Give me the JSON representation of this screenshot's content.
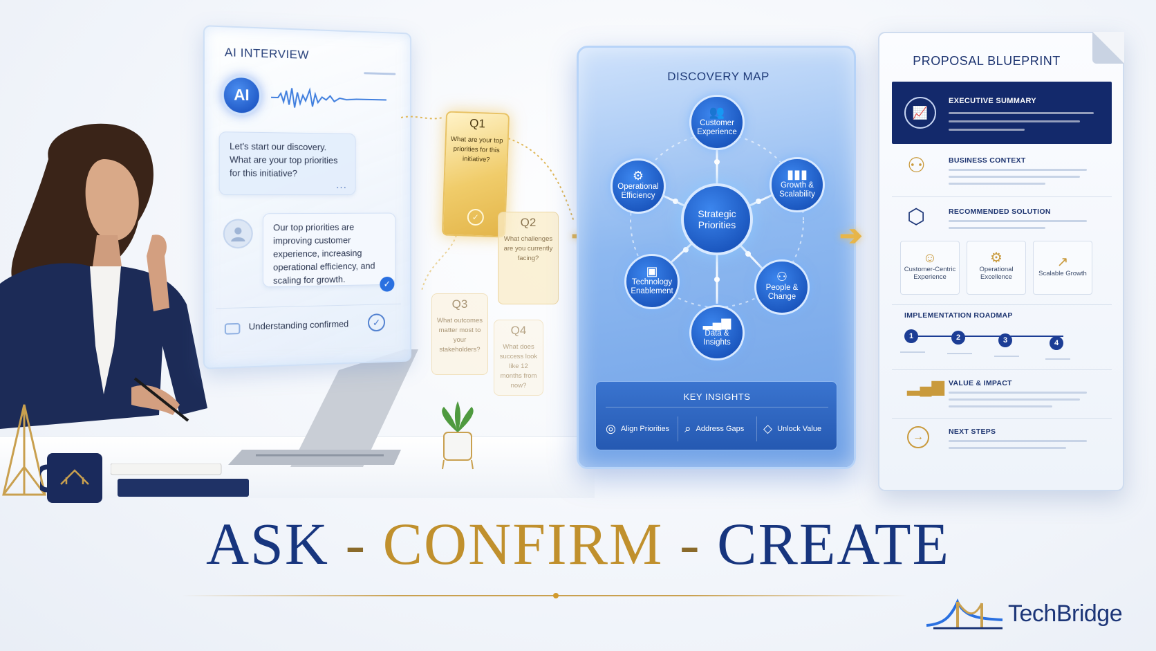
{
  "interview": {
    "title": "AI INTERVIEW",
    "avatar_label": "AI",
    "question": "Let's start our discovery. What are your top priorities for this initiative?",
    "typing_indicator": "...",
    "answer": "Our top priorities are improving customer experience, increasing operational efficiency, and scaling for growth.",
    "confirmation": "Understanding confirmed"
  },
  "questions": [
    {
      "label": "Q1",
      "text": "What are your top priorities for this initiative?",
      "state": "active"
    },
    {
      "label": "Q2",
      "text": "What challenges are you currently facing?",
      "state": "pending"
    },
    {
      "label": "Q3",
      "text": "What outcomes matter most to your stakeholders?",
      "state": "pending"
    },
    {
      "label": "Q4",
      "text": "What does success look like 12 months from now?",
      "state": "pending"
    }
  ],
  "discovery_map": {
    "title": "DISCOVERY MAP",
    "center": "Strategic Priorities",
    "nodes": [
      {
        "label": "Customer Experience",
        "icon": "people-group-icon"
      },
      {
        "label": "Growth & Scalability",
        "icon": "bar-chart-up-icon"
      },
      {
        "label": "People & Change",
        "icon": "people-icon"
      },
      {
        "label": "Data & Insights",
        "icon": "bar-chart-icon"
      },
      {
        "label": "Technology Enablement",
        "icon": "chip-icon"
      },
      {
        "label": "Operational Efficiency",
        "icon": "gear-icon"
      }
    ],
    "key_insights": {
      "title": "KEY INSIGHTS",
      "items": [
        {
          "label": "Align Priorities",
          "icon": "target-icon"
        },
        {
          "label": "Address Gaps",
          "icon": "magnifier-icon"
        },
        {
          "label": "Unlock Value",
          "icon": "diamond-icon"
        }
      ]
    }
  },
  "blueprint": {
    "title": "PROPOSAL BLUEPRINT",
    "executive_summary": "EXECUTIVE SUMMARY",
    "business_context": "BUSINESS CONTEXT",
    "recommended_solution": "RECOMMENDED SOLUTION",
    "solutions": [
      {
        "label": "Customer-Centric Experience",
        "icon": "person-icon"
      },
      {
        "label": "Operational Excellence",
        "icon": "gear-icon"
      },
      {
        "label": "Scalable Growth",
        "icon": "growth-chart-icon"
      }
    ],
    "roadmap_title": "IMPLEMENTATION ROADMAP",
    "roadmap_steps": [
      "1",
      "2",
      "3",
      "4"
    ],
    "value_impact": "VALUE & IMPACT",
    "next_steps": "NEXT STEPS"
  },
  "headline": {
    "ask": "ASK",
    "sep1": "-",
    "confirm": "CONFIRM",
    "sep2": "-",
    "create": "CREATE"
  },
  "brand": {
    "name": "TechBridge"
  },
  "colors": {
    "navy": "#13296b",
    "accent_blue": "#2a70e0",
    "gold": "#c0902d"
  }
}
